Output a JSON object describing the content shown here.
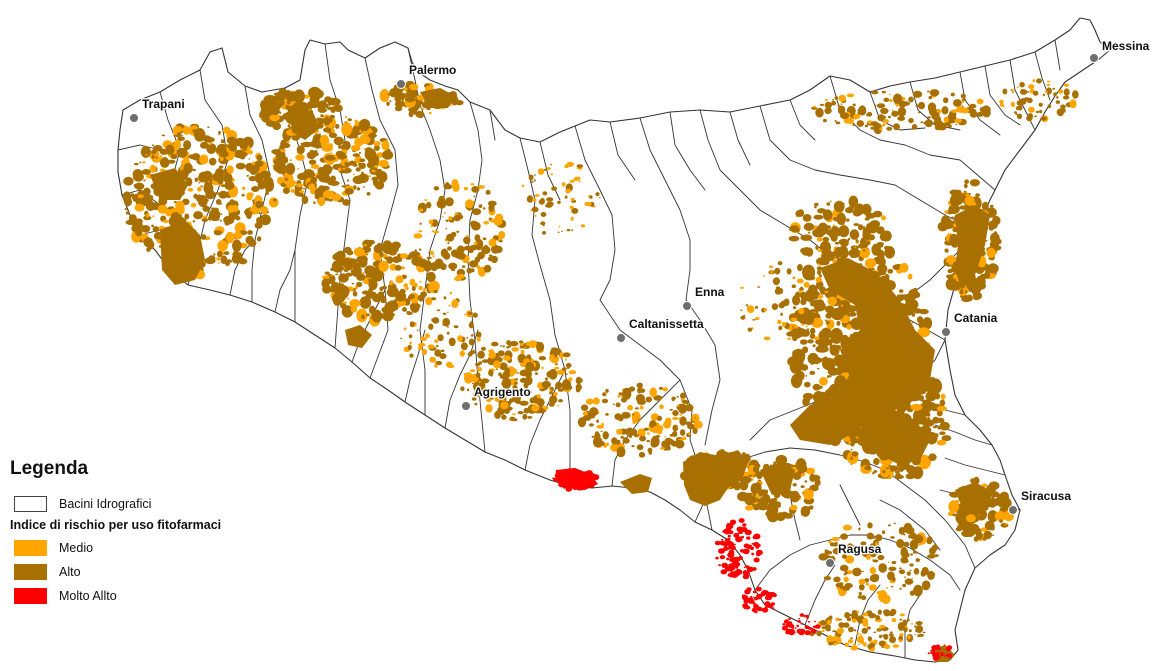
{
  "legend": {
    "title": "Legenda",
    "basins_label": "Bacini Idrografici",
    "index_title": "Indice di rischio per uso fitofarmaci",
    "classes": [
      {
        "label": "Medio",
        "color": "#FFA500"
      },
      {
        "label": "Alto",
        "color": "#A87000"
      },
      {
        "label": "Molto Allto",
        "color": "#FF0000"
      }
    ]
  },
  "cities": [
    {
      "name": "Palermo"
    },
    {
      "name": "Messina"
    },
    {
      "name": "Trapani"
    },
    {
      "name": "Enna"
    },
    {
      "name": "Caltanissetta"
    },
    {
      "name": "Catania"
    },
    {
      "name": "Agrigento"
    },
    {
      "name": "Siracusa"
    },
    {
      "name": "Ragusa"
    }
  ],
  "colors": {
    "basin_outline": "#333333",
    "land": "#ffffff",
    "city_marker": "#6e6e6e"
  }
}
